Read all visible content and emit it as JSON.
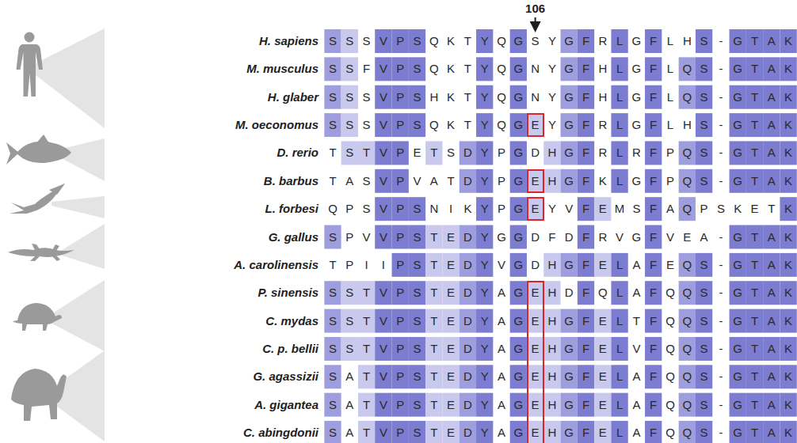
{
  "diagram": {
    "nodes": [
      {
        "text": [
          "E"
        ]
      },
      {
        "text": [
          "E"
        ]
      },
      {
        "text": [
          "E"
        ]
      },
      {
        "text": [
          "E",
          "E",
          "E",
          "E",
          "E",
          "E"
        ]
      }
    ],
    "labels": [
      "106",
      "H. sapiens",
      "S",
      "S",
      "S",
      "V",
      "P",
      "S",
      "Q",
      "K",
      "T",
      "Y",
      "Q",
      "G",
      "S",
      "Y",
      "G",
      "F",
      "R",
      "L",
      "G",
      "F",
      "L",
      "H",
      "S",
      "-",
      "G",
      "T",
      "A",
      "K",
      "M. musculus",
      "S",
      "S",
      "F",
      "V",
      "P",
      "S",
      "Q",
      "K",
      "T",
      "Y",
      "Q",
      "G",
      "N",
      "Y",
      "G",
      "F",
      "H",
      "L",
      "G",
      "F",
      "L",
      "Q",
      "S",
      "-",
      "G",
      "T",
      "A",
      "K",
      "H. glaber",
      "S",
      "S",
      "S",
      "V",
      "P",
      "S",
      "H",
      "K",
      "T",
      "Y",
      "Q",
      "G",
      "N",
      "Y",
      "G",
      "F",
      "H",
      "L",
      "G",
      "F",
      "L",
      "Q",
      "S",
      "-",
      "G",
      "T",
      "A",
      "K",
      "M. oeconomus",
      "S",
      "S",
      "S",
      "V",
      "P",
      "S",
      "Q",
      "K",
      "T",
      "Y",
      "Q",
      "G",
      "Y",
      "G",
      "F",
      "R",
      "L",
      "G",
      "F",
      "L",
      "H",
      "S",
      "-",
      "G",
      "T",
      "A",
      "K",
      "D. rerio",
      "T",
      "S",
      "T",
      "V",
      "P",
      "E",
      "T",
      "S",
      "D",
      "Y",
      "P",
      "G",
      "D",
      "H",
      "G",
      "F",
      "R",
      "L",
      "R",
      "F",
      "P",
      "Q",
      "S",
      "-",
      "G",
      "T",
      "A",
      "K",
      "B. barbus",
      "T",
      "A",
      "S",
      "V",
      "P",
      "V",
      "A",
      "T",
      "D",
      "Y",
      "P",
      "G",
      "H",
      "G",
      "F",
      "K",
      "L",
      "G",
      "F",
      "P",
      "Q",
      "S",
      "-",
      "G",
      "T",
      "A",
      "K",
      "L. forbesi",
      "Q",
      "P",
      "S",
      "V",
      "P",
      "S",
      "N",
      "I",
      "K",
      "Y",
      "P",
      "G",
      "Y",
      "V",
      "F",
      "E",
      "M",
      "S",
      "F",
      "A",
      "Q",
      "P",
      "S",
      "K",
      "E",
      "T",
      "K",
      "G. gallus",
      "S",
      "P",
      "V",
      "V",
      "P",
      "S",
      "T",
      "E",
      "D",
      "Y",
      "G",
      "G",
      "D",
      "F",
      "D",
      "F",
      "R",
      "V",
      "G",
      "F",
      "V",
      "E",
      "A",
      "-",
      "G",
      "T",
      "A",
      "K",
      "A. carolinensis",
      "T",
      "P",
      "I",
      "I",
      "P",
      "S",
      "T",
      "E",
      "D",
      "Y",
      "V",
      "G",
      "D",
      "H",
      "G",
      "F",
      "E",
      "L",
      "A",
      "F",
      "E",
      "Q",
      "S",
      "-",
      "G",
      "T",
      "A",
      "K",
      "P. sinensis",
      "S",
      "S",
      "T",
      "V",
      "P",
      "S",
      "T",
      "E",
      "D",
      "Y",
      "A",
      "G",
      "H",
      "D",
      "F",
      "Q",
      "L",
      "A",
      "F",
      "Q",
      "Q",
      "S",
      "-",
      "G",
      "T",
      "A",
      "K",
      "C. mydas",
      "S",
      "S",
      "T",
      "V",
      "P",
      "S",
      "T",
      "E",
      "D",
      "Y",
      "A",
      "G",
      "H",
      "G",
      "F",
      "E",
      "L",
      "T",
      "F",
      "Q",
      "Q",
      "S",
      "-",
      "G",
      "T",
      "A",
      "K",
      "C. p. bellii",
      "S",
      "S",
      "T",
      "V",
      "P",
      "S",
      "T",
      "E",
      "D",
      "Y",
      "A",
      "G",
      "H",
      "G",
      "F",
      "E",
      "L",
      "V",
      "F",
      "Q",
      "Q",
      "S",
      "-",
      "G",
      "T",
      "A",
      "K",
      "G. agassizii",
      "S",
      "A",
      "T",
      "V",
      "P",
      "S",
      "T",
      "E",
      "D",
      "Y",
      "A",
      "G",
      "H",
      "G",
      "F",
      "E",
      "L",
      "A",
      "F",
      "Q",
      "Q",
      "S",
      "-",
      "G",
      "T",
      "A",
      "K",
      "A. gigantea",
      "S",
      "A",
      "T",
      "V",
      "P",
      "S",
      "T",
      "E",
      "D",
      "Y",
      "A",
      "G",
      "H",
      "G",
      "F",
      "E",
      "L",
      "A",
      "F",
      "Q",
      "Q",
      "S",
      "-",
      "G",
      "T",
      "A",
      "K",
      "C. abingdonii",
      "S",
      "A",
      "T",
      "V",
      "P",
      "S",
      "T",
      "E",
      "D",
      "Y",
      "A",
      "G",
      "H",
      "G",
      "F",
      "E",
      "L",
      "A",
      "F",
      "Q",
      "Q",
      "S",
      "-",
      "G",
      "T",
      "A",
      "K"
    ]
  }
}
